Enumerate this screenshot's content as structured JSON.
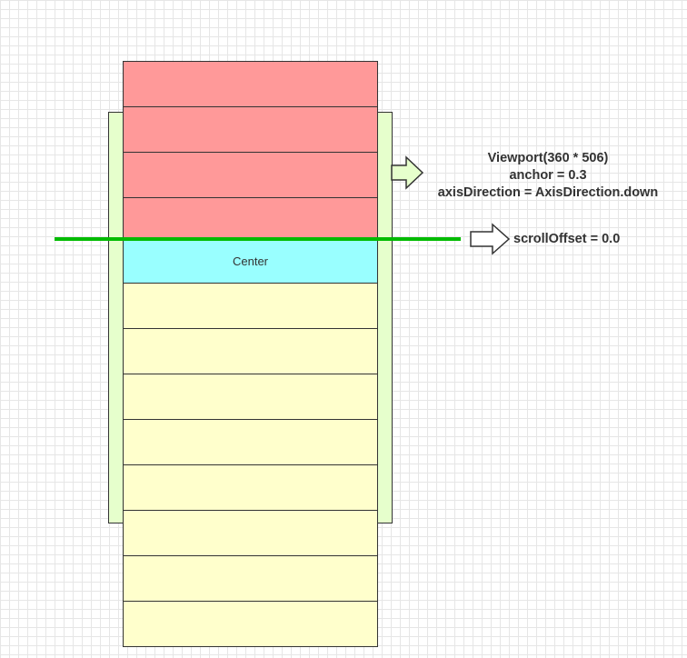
{
  "viewport": {
    "title": "Viewport(360 * 506)",
    "anchor": "anchor = 0.3",
    "axis": "axisDirection = AxisDirection.down"
  },
  "scroll": {
    "label": "scrollOffset = 0.0"
  },
  "center_label": "Center",
  "colors": {
    "viewport": "#e6ffcc",
    "before_center": "#ff9999",
    "center": "#99ffff",
    "after_center": "#ffffcc",
    "scroll_line": "#00bb00"
  }
}
